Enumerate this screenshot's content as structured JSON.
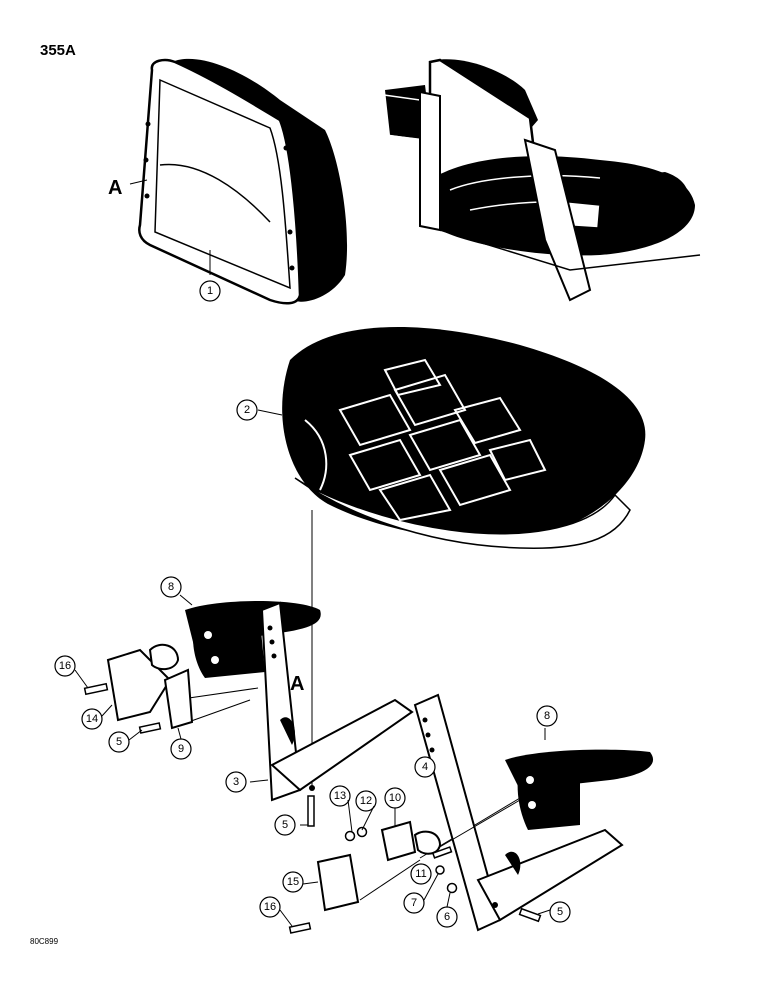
{
  "page_number": "355A",
  "figure_code": "80C899",
  "reference_letter": "A",
  "callouts": [
    "1",
    "2",
    "3",
    "4",
    "5",
    "5",
    "5",
    "6",
    "7",
    "8",
    "8",
    "9",
    "10",
    "11",
    "12",
    "13",
    "14",
    "15",
    "16",
    "16"
  ]
}
